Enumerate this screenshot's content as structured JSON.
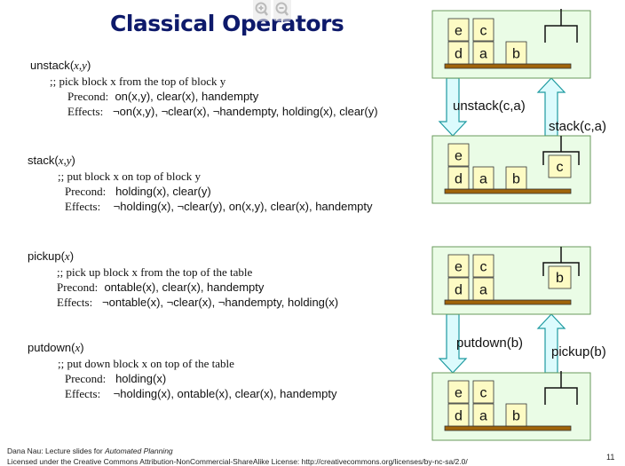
{
  "title": "Classical Operators",
  "zoom_controls": [
    {
      "icon": "zoom-in-icon"
    },
    {
      "icon": "zoom-out-icon"
    }
  ],
  "operators": [
    {
      "name": "unstack",
      "args": "x,y",
      "comment": ";; pick block x from the top of block y",
      "precond_label": "Precond:",
      "precond": "on(x,y), clear(x), handempty",
      "effects_label": "Effects:",
      "effects": "¬on(x,y), ¬clear(x), ¬handempty, holding(x), clear(y)"
    },
    {
      "name": "stack",
      "args": "x,y",
      "comment": ";; put block x on top of block y",
      "precond_label": "Precond:",
      "precond": "holding(x), clear(y)",
      "effects_label": "Effects:",
      "effects": "¬holding(x), ¬clear(y), on(x,y), clear(x), handempty"
    },
    {
      "name": "pickup",
      "args": "x",
      "comment": ";; pick up block x from the top of the  table",
      "precond_label": "Precond:",
      "precond": "ontable(x), clear(x), handempty",
      "effects_label": "Effects:",
      "effects": "¬ontable(x), ¬clear(x), ¬handempty, holding(x)"
    },
    {
      "name": "putdown",
      "args": "x",
      "comment": ";; put down block x on top of the table",
      "precond_label": "Precond:",
      "precond": "holding(x)",
      "effects_label": "Effects:",
      "effects": "¬holding(x), ontable(x), clear(x), handempty"
    }
  ],
  "diagram": {
    "states": [
      {
        "stacks": [
          [
            "d",
            "e"
          ],
          [
            "a",
            "c"
          ],
          [
            "b"
          ]
        ],
        "holding": null
      },
      {
        "stacks": [
          [
            "d",
            "e"
          ],
          [
            "a"
          ],
          [
            "b"
          ]
        ],
        "holding": "c"
      },
      {
        "stacks": [
          [
            "d",
            "e"
          ],
          [
            "a",
            "c"
          ]
        ],
        "holding": "b"
      },
      {
        "stacks": [
          [
            "d",
            "e"
          ],
          [
            "a",
            "c"
          ],
          [
            "b"
          ]
        ],
        "holding": null
      }
    ],
    "transitions": [
      {
        "down_label": "unstack(c,a)",
        "up_label": "stack(c,a)"
      },
      {
        "down_label": "putdown(b)",
        "up_label": "pickup(b)"
      }
    ],
    "colors": {
      "panel_fill": "#eafce6",
      "panel_border": "#6a9a5c",
      "block_fill": "#fdfbc4",
      "block_border": "#333333",
      "table_fill": "#a0640a",
      "arrow_fill": "#dcfbfd",
      "arrow_stroke": "#1d9aa1"
    }
  },
  "footer": {
    "line1_prefix": "Dana Nau: Lecture slides for ",
    "line1_italic": "Automated Planning",
    "line2": "Licensed under the Creative Commons Attribution-NonCommercial-ShareAlike License: http://creativecommons.org/licenses/by-nc-sa/2.0/",
    "page_number": "11"
  }
}
